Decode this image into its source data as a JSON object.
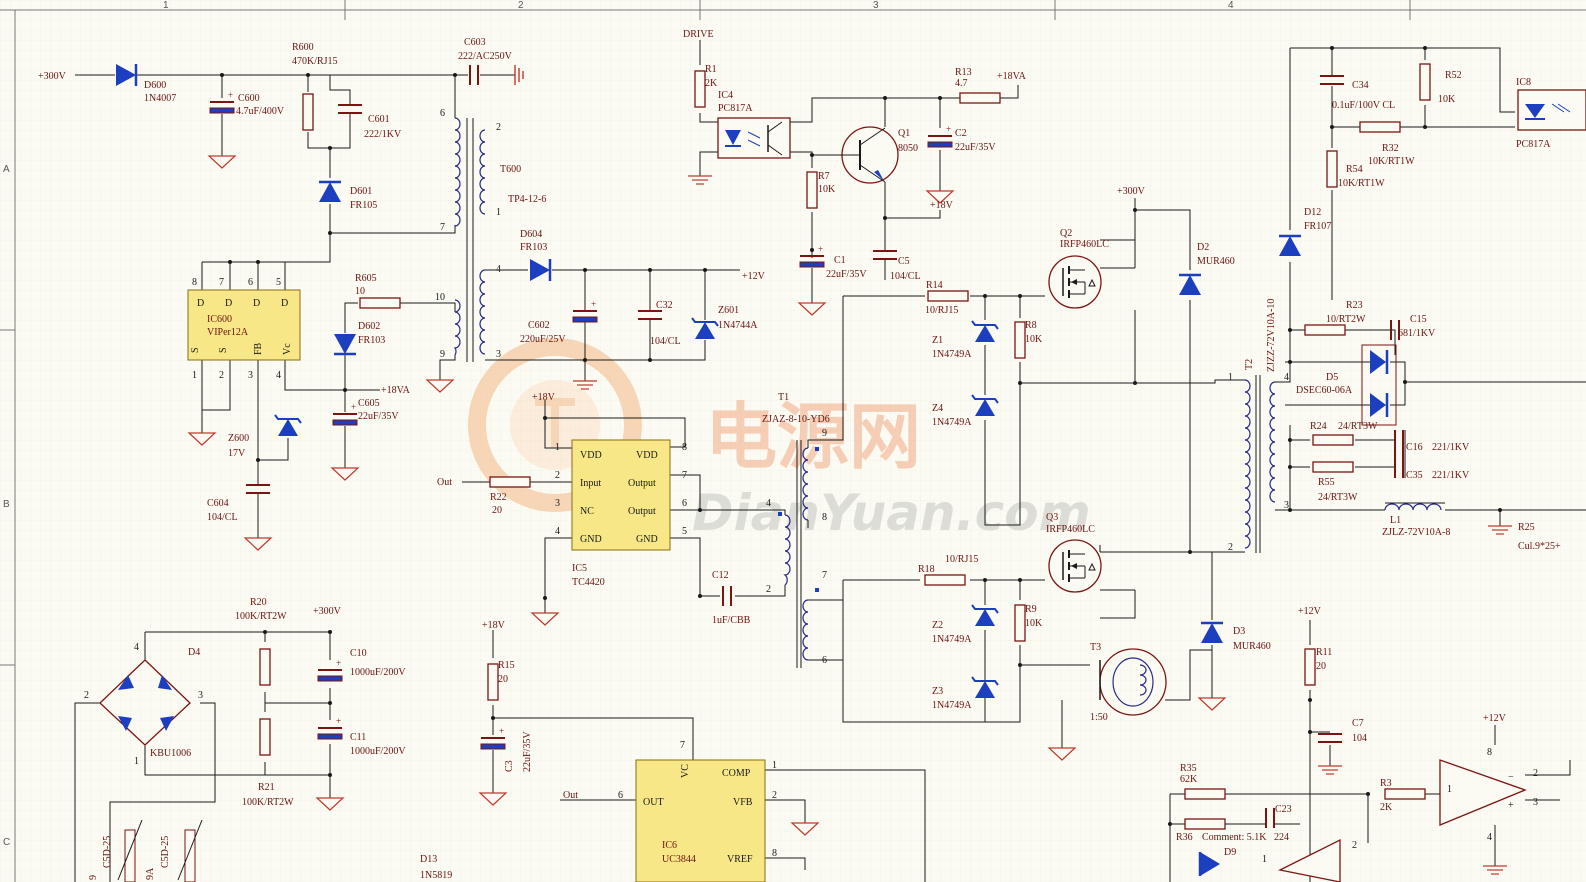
{
  "border": {
    "columns": [
      "1",
      "2",
      "3",
      "4"
    ],
    "rows": [
      "A",
      "B",
      "C"
    ]
  },
  "watermark": {
    "line1": "电源网",
    "line2": "DianYuan.com"
  },
  "labels": {
    "net_300v": "+300V",
    "d600": "D600",
    "d600_val": "1N4007",
    "c600": "C600",
    "c600_val": "4.7uF/400V",
    "r600": "R600",
    "r600_val": "470K/RJ15",
    "c601": "C601",
    "c601_val": "222/1KV",
    "c603": "C603",
    "c603_val": "222/AC250V",
    "d601": "D601",
    "d601_val": "FR105",
    "t600": "T600",
    "t600_val": "TP4-12-6",
    "ic600": "IC600",
    "ic600_val": "VIPer12A",
    "ic600_pin_s": "S",
    "ic600_pin_d": "D",
    "ic600_pin_fb": "FB",
    "ic600_pin_vc": "Vc",
    "r605": "R605",
    "r605_val": "10",
    "d602": "D602",
    "d602_val": "FR103",
    "d604": "D604",
    "d604_val": "FR103",
    "c602": "C602",
    "c602_val": "220uF/25V",
    "c32": "C32",
    "c32_val": "104/CL",
    "z601": "Z601",
    "z601_val": "1N4744A",
    "net_12v": "+12V",
    "net_18va": "+18VA",
    "c605": "C605",
    "c605_val": "22uF/35V",
    "z600": "Z600",
    "z600_val": "17V",
    "c604": "C604",
    "c604_val": "104/CL",
    "drive": "DRIVE",
    "r1": "R1",
    "r1_val": "2K",
    "ic4": "IC4",
    "ic4_val": "PC817A",
    "r13": "R13",
    "r13_val": "4.7",
    "q1": "Q1",
    "q1_val": "8050",
    "c2": "C2",
    "c2_val": "22uF/35V",
    "r7": "R7",
    "r7_val": "10K",
    "net_18v": "+18V",
    "c1": "C1",
    "c1_val": "22uF/35V",
    "c5": "C5",
    "c5_val": "104/CL",
    "r14": "R14",
    "r14_val": "10/RJ15",
    "q2": "Q2",
    "q2_val": "IRFP460LC",
    "d2": "D2",
    "d2_val": "MUR460",
    "z1": "Z1",
    "z1_val": "1N4749A",
    "r8": "R8",
    "r8_val": "10K",
    "z4": "Z4",
    "z4_val": "1N4749A",
    "t1": "T1",
    "t1_val": "ZJAZ-8-10-YD6",
    "vdd": "VDD",
    "input": "Input",
    "output": "Output",
    "nc": "NC",
    "gnd": "GND",
    "out": "Out",
    "r22": "R22",
    "r22_val": "20",
    "ic5": "IC5",
    "ic5_val": "TC4420",
    "c12": "C12",
    "c12_val": "1uF/CBB",
    "q3": "Q3",
    "q3_val": "IRFP460LC",
    "r18": "R18",
    "r18_val": "10/RJ15",
    "z2": "Z2",
    "z2_val": "1N4749A",
    "r9": "R9",
    "r9_val": "10K",
    "z3": "Z3",
    "z3_val": "1N4749A",
    "t3": "T3",
    "t3_val": "1:50",
    "d3": "D3",
    "d3_val": "MUR460",
    "r20": "R20",
    "r20_val": "100K/RT2W",
    "d4": "D4",
    "d4_val": "KBU1006",
    "c10": "C10",
    "c10_val": "1000uF/200V",
    "c11": "C11",
    "c11_val": "1000uF/200V",
    "r21": "R21",
    "r21_val": "100K/RT2W",
    "r15": "R15",
    "r15_val": "20",
    "c3": "C3",
    "c3_val": "22uF/35V",
    "ic6": "IC6",
    "ic6_val": "UC3844",
    "vc": "VC",
    "comp": "COMP",
    "ic6_out": "OUT",
    "vfb": "VFB",
    "vref": "VREF",
    "d13": "D13",
    "d13_val": "1N5819",
    "c5d_1": "C5D-25",
    "c5d_2": "C5D-25",
    "left_9": "9",
    "left_9a": "9A",
    "c34": "C34",
    "c34_val": "0.1uF/100V CL",
    "r52": "R52",
    "r52_val": "10K",
    "ic8": "IC8",
    "ic8_val": "PC817A",
    "r32": "R32",
    "r32_val": "10K/RT1W",
    "r54": "R54",
    "r54_val": "10K/RT1W",
    "d12": "D12",
    "d12_val": "FR107",
    "t2": "T2",
    "t2_val": "ZJZZ-72V10A-10",
    "r23": "R23",
    "r23_val": "10/RT2W",
    "c15": "C15",
    "c15_val": "681/1KV",
    "d5": "D5",
    "d5_val": "DSEC60-06A",
    "r24": "R24",
    "r24_val": "24/RT3W",
    "c16": "C16",
    "c16_val": "221/1KV",
    "c35": "C35",
    "c35_val": "221/1KV",
    "r55": "R55",
    "r55_val": "24/RT3W",
    "l1": "L1",
    "l1_val": "ZJLZ-72V10A-8",
    "r25": "R25",
    "r25_val": "Cul.9*25+",
    "r11": "R11",
    "r11_val": "20",
    "c7": "C7",
    "c7_val": "104",
    "r35": "R35",
    "r35_val": "62K",
    "c23": "C23",
    "r36": "R36",
    "r36_comment": "Comment: 5.1K",
    "c23_val": "224",
    "d9": "D9",
    "r3": "R3",
    "r3_val": "2K"
  }
}
